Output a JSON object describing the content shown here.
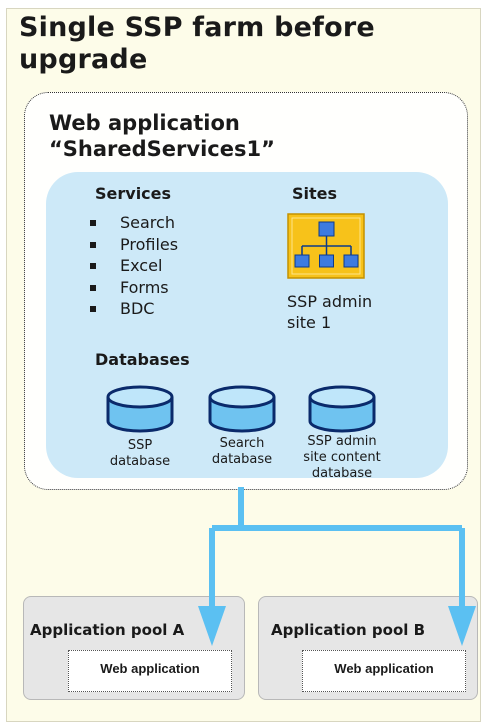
{
  "title_line1": "Single SSP farm before",
  "title_line2": "upgrade",
  "web_app": {
    "line1": "Web application",
    "line2": "“SharedServices1”"
  },
  "services": {
    "heading": "Services",
    "items": [
      "Search",
      "Profiles",
      "Excel",
      "Forms",
      "BDC"
    ]
  },
  "sites": {
    "heading": "Sites",
    "icon": "site-hierarchy-icon",
    "label_line1": "SSP admin",
    "label_line2": "site 1"
  },
  "databases": {
    "heading": "Databases",
    "items": [
      {
        "lines": [
          "SSP",
          "database"
        ]
      },
      {
        "lines": [
          "Search",
          "database"
        ]
      },
      {
        "lines": [
          "SSP admin",
          "site content",
          "database"
        ]
      }
    ]
  },
  "pools": [
    {
      "title": "Application pool A",
      "inner": "Web application"
    },
    {
      "title": "Application pool B",
      "inner": "Web application"
    }
  ],
  "colors": {
    "background": "#fdfce9",
    "inner_panel": "#cde9f8",
    "arrow": "#5bc0f2",
    "db_fill": "#6fc3f0",
    "db_stroke": "#0a2a6b",
    "icon_bg": "#f7c21a",
    "icon_node": "#3d7be0"
  }
}
